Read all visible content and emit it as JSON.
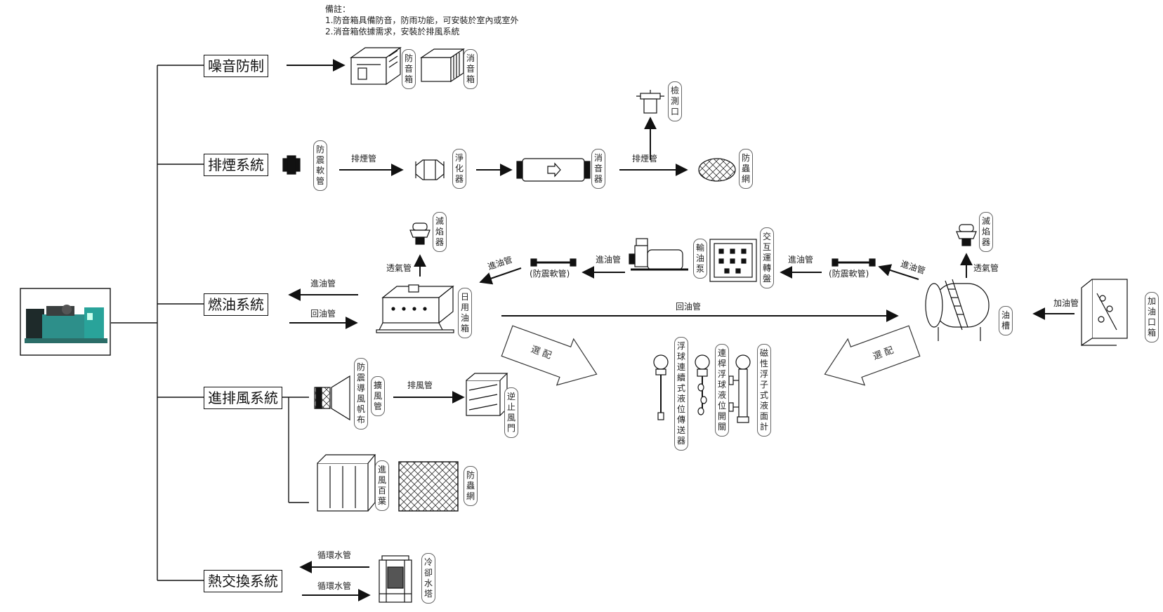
{
  "notes": {
    "title": "備註：",
    "line1": "1.防音箱具備防音，防雨功能，可安裝於室內或室外",
    "line2": "2.消音箱依據需求，安裝於排風系統"
  },
  "systems": {
    "noise": "噪音防制",
    "exhaust": "排煙系統",
    "fuel": "燃油系統",
    "ventilation": "進排風系統",
    "heat": "熱交換系統"
  },
  "components": {
    "soundproof_box": "防音箱",
    "silencer_box": "消音箱",
    "anti_vibration_hose": "防震軟管",
    "purifier": "淨化器",
    "muffler": "消音器",
    "inspection_port": "檢測口",
    "insect_screen": "防蟲網",
    "flame_arrester": "滅焰器",
    "daily_tank": "日用油箱",
    "oil_pump": "輸油泵",
    "control_panel": "交互運轉盤",
    "flame_arrester_2": "滅焰器",
    "oil_tank": "油槽",
    "fill_box": "加油口箱",
    "duct_canvas": "防震導風帆布",
    "expansion_duct": "擴風管",
    "check_damper": "逆止風門",
    "intake_louver": "進風百葉",
    "insect_screen_2": "防蟲網",
    "cooling_tower": "冷卻水塔",
    "float_transmitter": "浮球連續式液位傳送器",
    "rod_float_switch": "連桿浮球液位開關",
    "magnetic_gauge": "磁性浮子式液面計"
  },
  "pipes": {
    "exhaust_pipe_1": "排煙管",
    "exhaust_pipe_2": "排煙管",
    "oil_in_left": "進油管",
    "oil_return_left": "回油管",
    "vent_pipe_left": "透氣管",
    "oil_in_mid": "進油管",
    "hose_mid": "(防震軟管)",
    "oil_in_pump": "進油管",
    "oil_in_panel": "進油管",
    "hose_right": "(防震軟管)",
    "oil_in_tank": "進油管",
    "vent_pipe_right": "透氣管",
    "fill_pipe": "加油管",
    "return_pipe_long": "回油管",
    "exhaust_air_pipe": "排風管",
    "water_pipe_1": "循環水管",
    "water_pipe_2": "循環水管"
  },
  "select_label_1": "選配",
  "select_label_2": "選配"
}
